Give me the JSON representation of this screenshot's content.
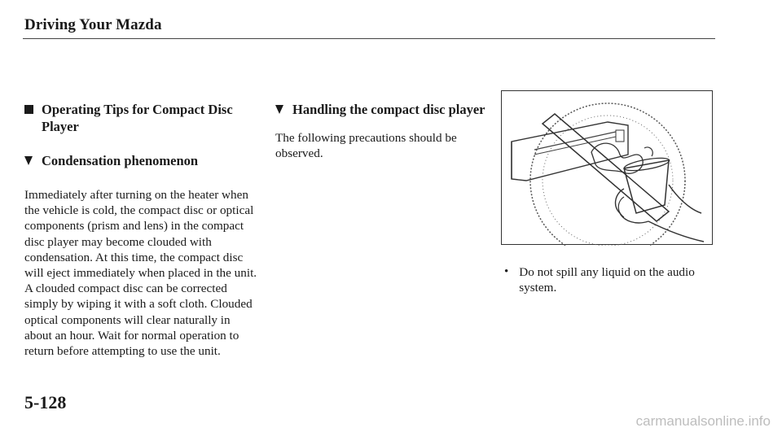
{
  "header": {
    "title": "Driving Your Mazda"
  },
  "left": {
    "section_title": "Operating Tips for Compact Disc Player",
    "subsection_title": "Condensation phenomenon",
    "paragraph": "Immediately after turning on the heater when the vehicle is cold, the compact disc or optical components (prism and lens) in the compact disc player may become clouded with condensation. At this time, the compact disc will eject immediately when placed in the unit. A clouded compact disc can be corrected simply by wiping it with a soft cloth. Clouded optical components will clear naturally in about an hour. Wait for normal operation to return before attempting to use the unit."
  },
  "middle": {
    "subsection_title": "Handling the compact disc player",
    "paragraph": "The following precautions should be observed."
  },
  "right": {
    "figure_icon": "no-liquid-spill-illustration",
    "bullet": "Do not spill any liquid on the audio system."
  },
  "footer": {
    "page_number": "5-128",
    "watermark": "carmanualsonline.info"
  }
}
